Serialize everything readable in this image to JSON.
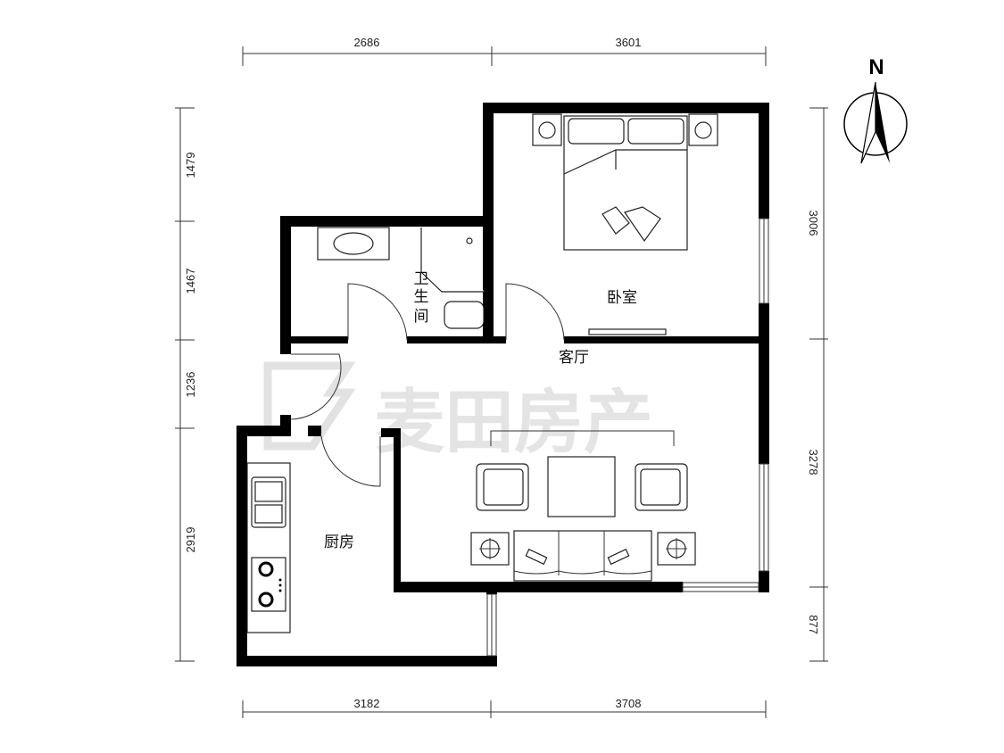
{
  "plan": {
    "rooms": {
      "bedroom": "卧室",
      "bathroom": [
        "卫",
        "生",
        "间"
      ],
      "living_room": "客厅",
      "kitchen": "厨房"
    },
    "dimensions": {
      "top": [
        "2686",
        "3601"
      ],
      "bottom": [
        "3182",
        "3708"
      ],
      "left": [
        "1479",
        "1467",
        "1236",
        "2919"
      ],
      "right": [
        "3006",
        "3278",
        "877"
      ]
    },
    "compass": {
      "label": "N"
    },
    "watermark": "麦田房产"
  }
}
